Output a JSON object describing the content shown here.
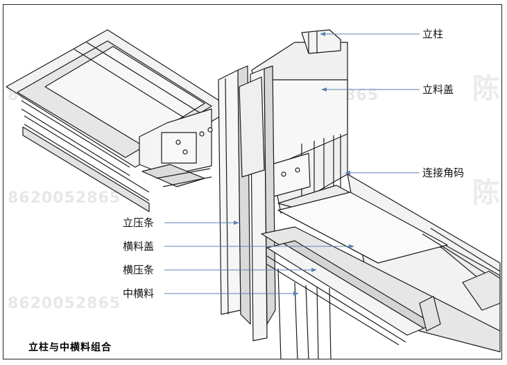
{
  "labels": {
    "mullion": "立柱",
    "mullion_cover": "立料盖",
    "corner_connector": "连接角码",
    "vertical_pressure_strip": "立压条",
    "transom_cover": "横料盖",
    "transom_pressure_strip": "横压条",
    "middle_transom": "中横料"
  },
  "caption": "立柱与中横料组合",
  "watermark": {
    "phone": "8620052865",
    "brand": "陈"
  },
  "colors": {
    "line": "#1a1a1a",
    "leader": "#5b82b5",
    "metal": "#eeeeee",
    "shade": "#cfcfcf"
  }
}
